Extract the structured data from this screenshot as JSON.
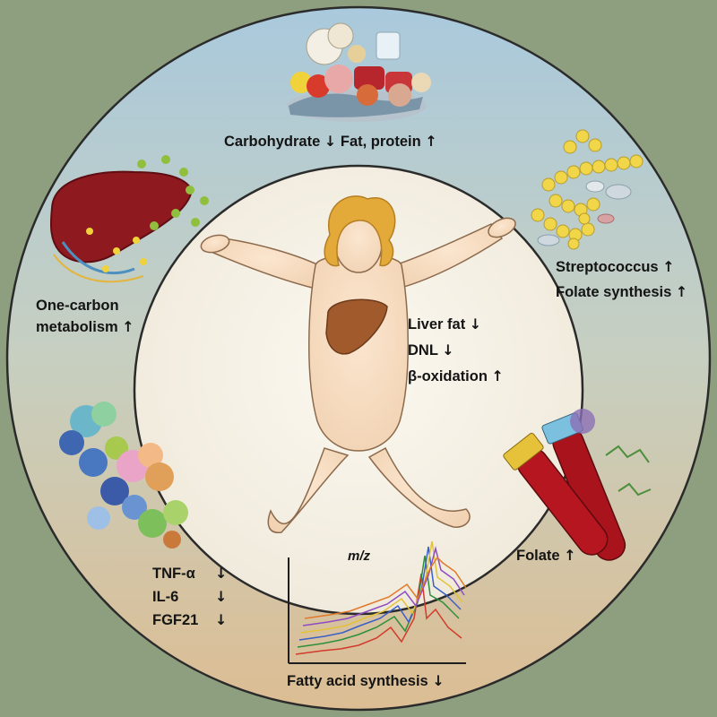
{
  "colors": {
    "background": "#8e9f80",
    "ring_top": "#a9c9dc",
    "ring_bottom": "#dbbf97",
    "inner_circle": "#f6f3ea",
    "liver": "#8e1a1f",
    "arrow": "#141414"
  },
  "labels": {
    "diet": "Carbohydrate",
    "diet_up": "Fat, protein",
    "microbe": "Streptococcus",
    "folate_syn": "Folate synthesis",
    "one_carbon_1": "One-carbon",
    "one_carbon_2": "metabolism",
    "liver_fat": "Liver fat",
    "dnl": "DNL",
    "beta_ox": "β-oxidation",
    "folate": "Folate",
    "tnf": "TNF-α",
    "il6": "IL-6",
    "fgf21": "FGF21",
    "fatty_acid": "Fatty acid synthesis",
    "mz": "m/z"
  },
  "arrows": {
    "up": "↑",
    "down": "↓"
  },
  "icons": [
    "food-pile-icon",
    "bacteria-cluster-icon",
    "liver-pathway-icon",
    "human-figure-icon",
    "blood-tubes-icon",
    "protein-structures-icon",
    "mass-spectrum-icon"
  ]
}
